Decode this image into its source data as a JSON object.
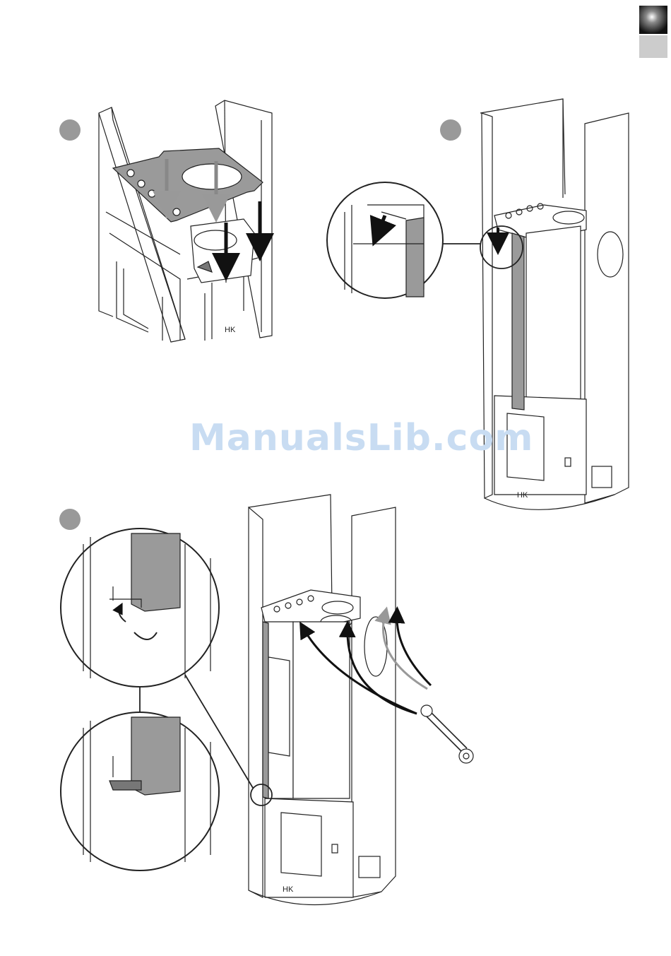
{
  "watermark": "ManualsLib.com",
  "panel_labels": {
    "left_top": "HK",
    "right_top": "HK",
    "bottom": "HK"
  },
  "tab_colors": {
    "dark": "#111111",
    "light": "#cccccc"
  },
  "step_marker_color": "#999999",
  "highlight_color": "#9a9a9a"
}
